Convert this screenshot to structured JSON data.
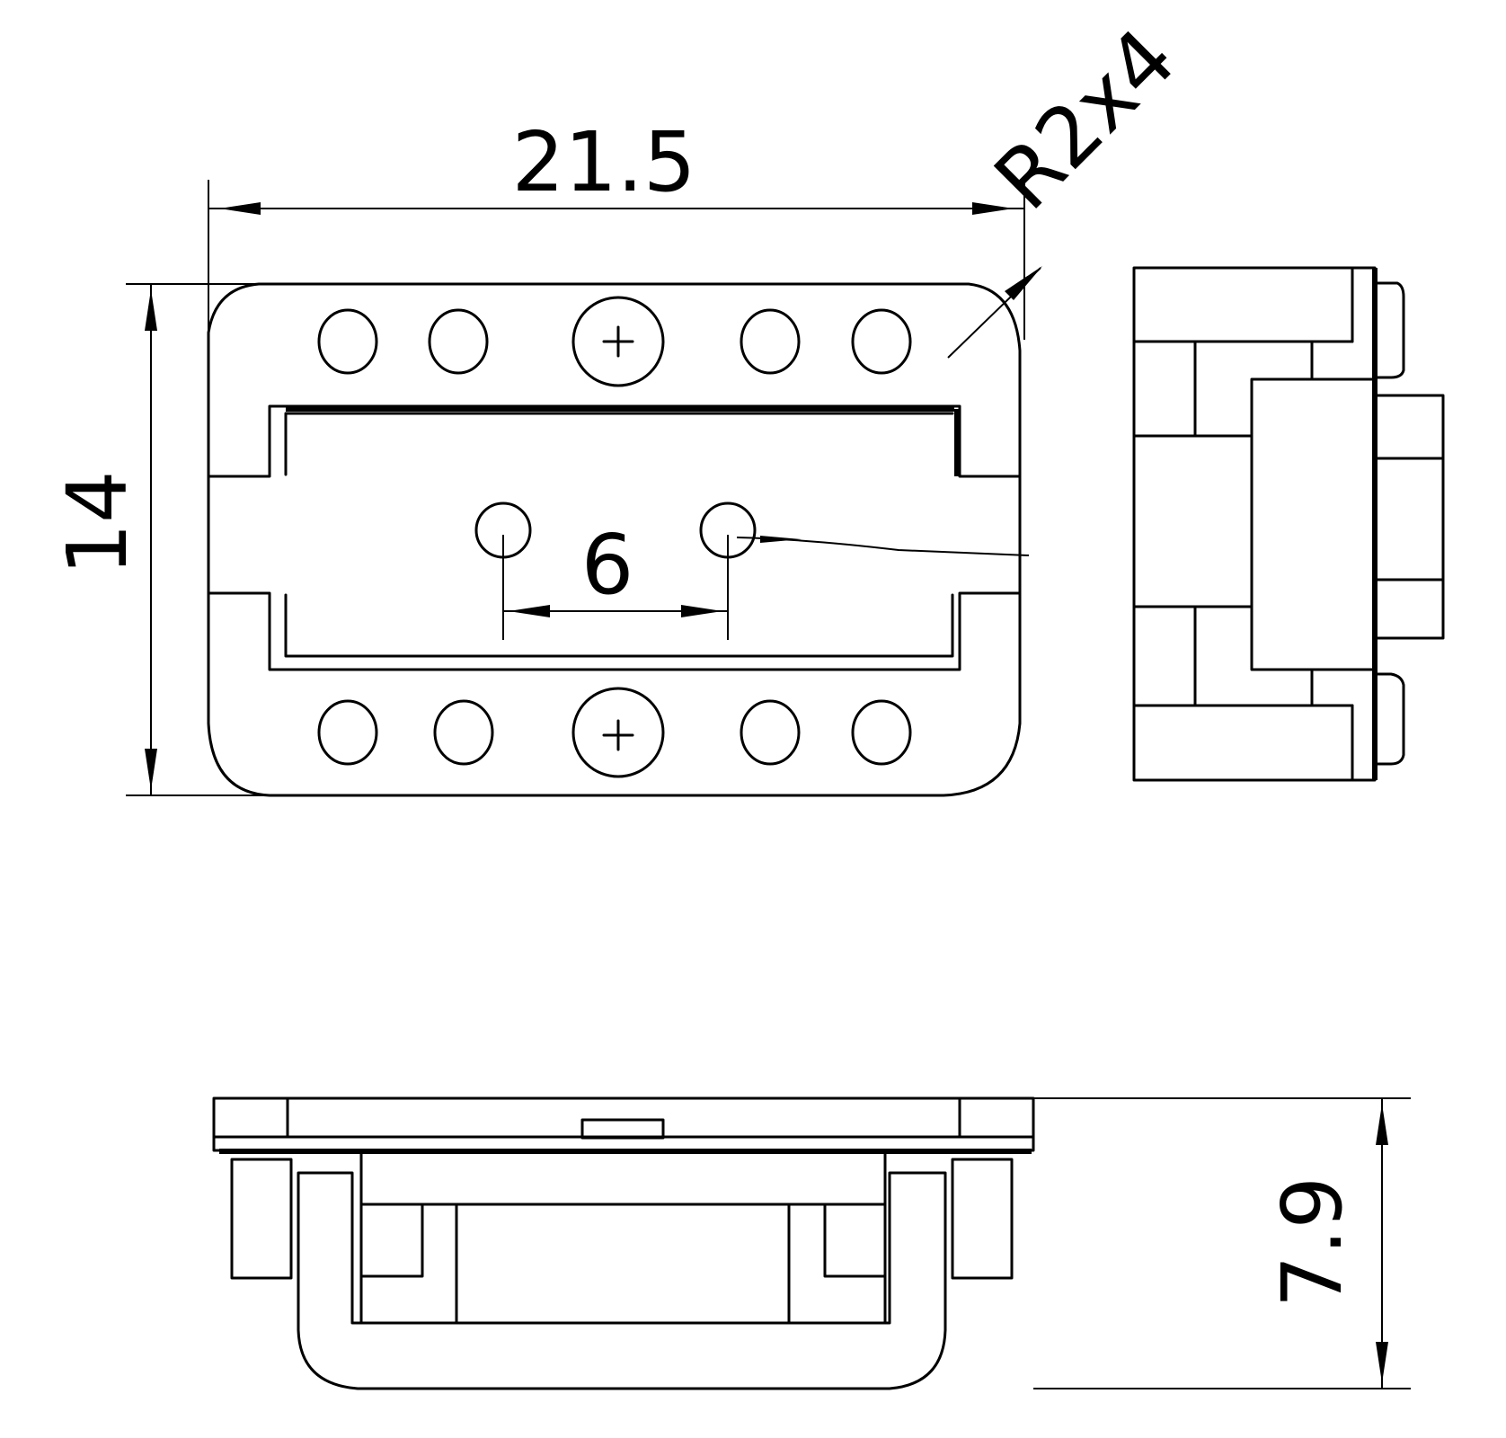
{
  "dimensions": {
    "width": "21.5",
    "height": "14",
    "hole_spacing": "6",
    "corner_radius": "R2x4",
    "depth": "7.9"
  },
  "colors": {
    "line": "#000000",
    "background": "#ffffff"
  }
}
